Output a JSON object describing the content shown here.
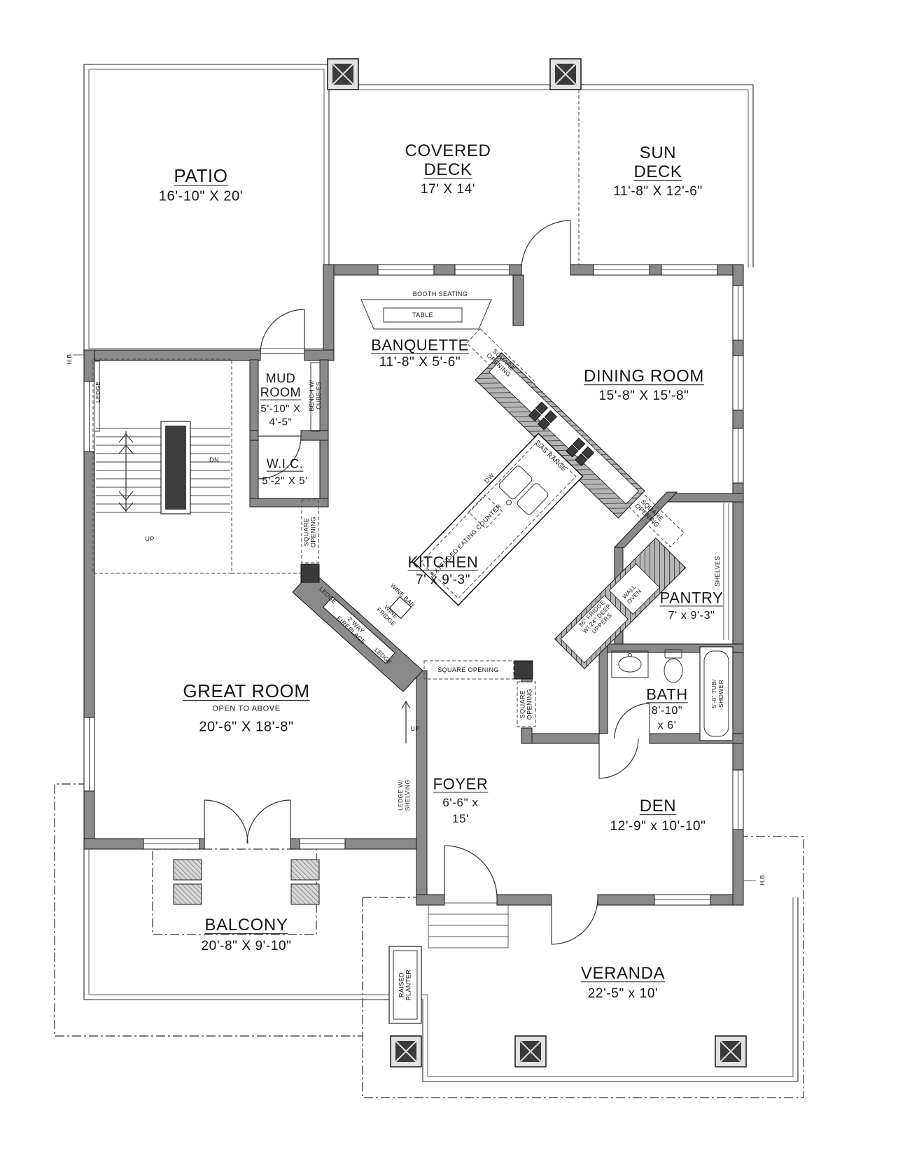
{
  "colors": {
    "wall": "#8a8a8a",
    "line": "#1a1a1a",
    "paper": "#ffffff"
  },
  "rooms": {
    "patio": {
      "name": "PATIO",
      "dims": "16'-10\" X 20'"
    },
    "covered_deck": {
      "line1": "COVERED",
      "line2": "DECK",
      "dims": "17' X 14'"
    },
    "sun_deck": {
      "line1": "SUN",
      "line2": "DECK",
      "dims": "11'-8\" X 12'-6\""
    },
    "banquette": {
      "name": "BANQUETTE",
      "dims": "11'-8\" X 5'-6\""
    },
    "dining_room": {
      "name": "DINING ROOM",
      "dims": "15'-8\" X 15'-8\""
    },
    "mud_room": {
      "line1": "MUD",
      "line2": "ROOM",
      "dims_line1": "5'-10\" X",
      "dims_line2": "4'-5\""
    },
    "wic": {
      "name": "W.I.C.",
      "dims": "5'-2\" X 5'"
    },
    "kitchen": {
      "name": "KITCHEN",
      "dims": "7' x 9'-3\""
    },
    "pantry": {
      "name": "PANTRY",
      "dims": "7' x 9'-3\""
    },
    "great_room": {
      "name": "GREAT ROOM",
      "subtitle": "OPEN TO ABOVE",
      "dims": "20'-6\" X 18'-8\""
    },
    "bath": {
      "name": "BATH",
      "dims_line1": "8'-10\"",
      "dims_line2": "x 6'"
    },
    "foyer": {
      "name": "FOYER",
      "dims_line1": "6'-6\" x",
      "dims_line2": "15'"
    },
    "den": {
      "name": "DEN",
      "dims": "12'-9\" x 10'-10\""
    },
    "balcony": {
      "name": "BALCONY",
      "dims": "20'-8\" X 9'-10\""
    },
    "veranda": {
      "name": "VERANDA",
      "dims": "22'-5\" x 10'"
    }
  },
  "annotations": {
    "booth_seating": "BOOTH SEATING",
    "table": "TABLE",
    "bench_cubbies": "BENCH W/\nCUBBIES",
    "square_opening": "SQUARE OPENING",
    "square_opening_2line": "SQUARE\nOPENING",
    "gas_range": "GAS RANGE",
    "dw": "DW",
    "extended_eating_counter": "EXTENDED EATING COUNTER",
    "fridge": "36\" FRIDGE\nW/ 24\" DEEP\nUPPERS",
    "wall_oven": "WALL\nOVEN",
    "wine_bar": "WINE BAR",
    "wine_fridge": "WINE\nFRIDGE",
    "two_way_fireplace": "2 WAY\nFIREPLACE",
    "ledge": "LEDGE",
    "shelves": "SHELVES",
    "tub_shower": "5'-0\" TUB/\nSHOWER",
    "ledge_shelving": "LEDGE W/\nSHELVING",
    "raised_planter": "RAISED\nPLANTER",
    "hose_bib": "H.B.",
    "dn": "DN",
    "up": "UP"
  }
}
